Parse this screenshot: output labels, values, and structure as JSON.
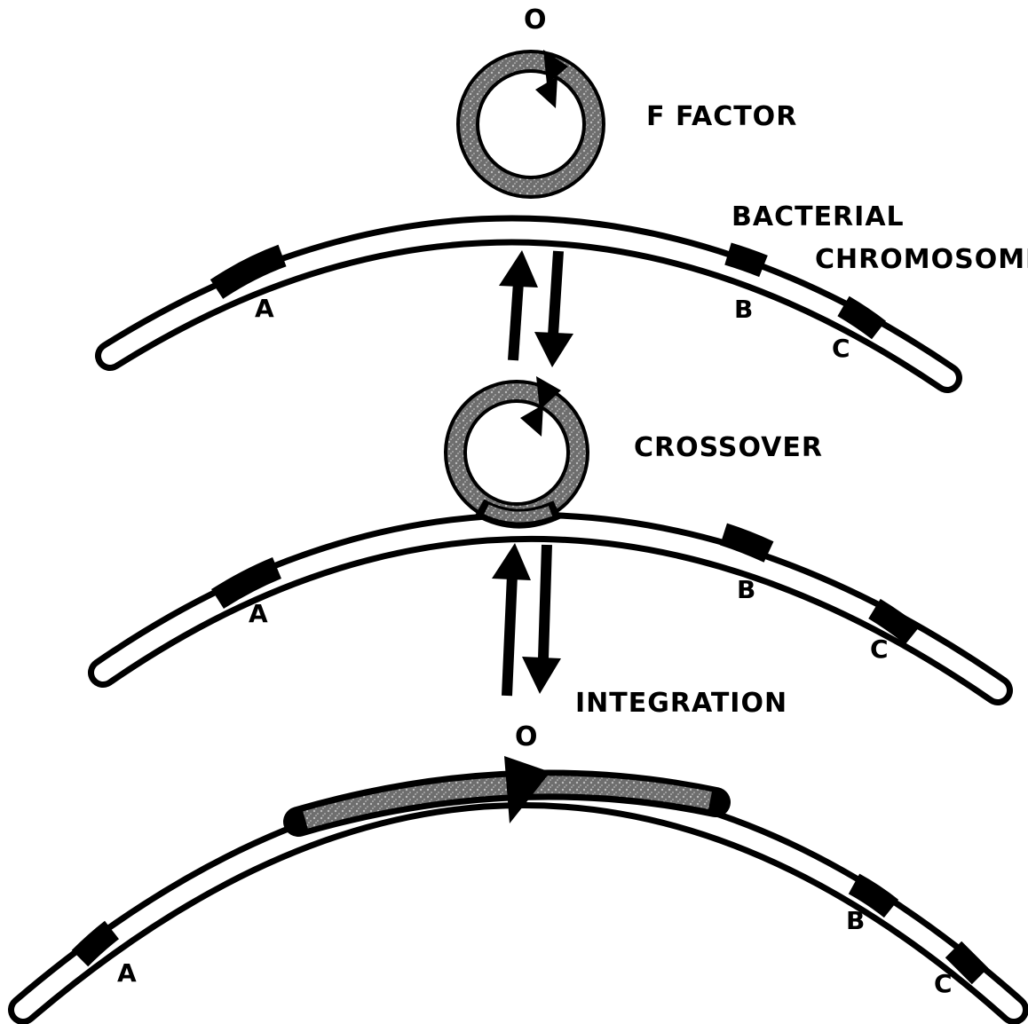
{
  "labels": {
    "origin_top": "O",
    "f_factor": "F FACTOR",
    "bacterial": "BACTERIAL",
    "chromosome": "CHROMOSOME",
    "crossover": "CROSSOVER",
    "integration": "INTEGRATION",
    "origin_bottom": "O"
  },
  "genes": {
    "a": "A",
    "b": "B",
    "c": "C"
  },
  "colors": {
    "ink": "#000000",
    "paper": "#ffffff",
    "f_factor_fill": "#7a7a7a"
  }
}
